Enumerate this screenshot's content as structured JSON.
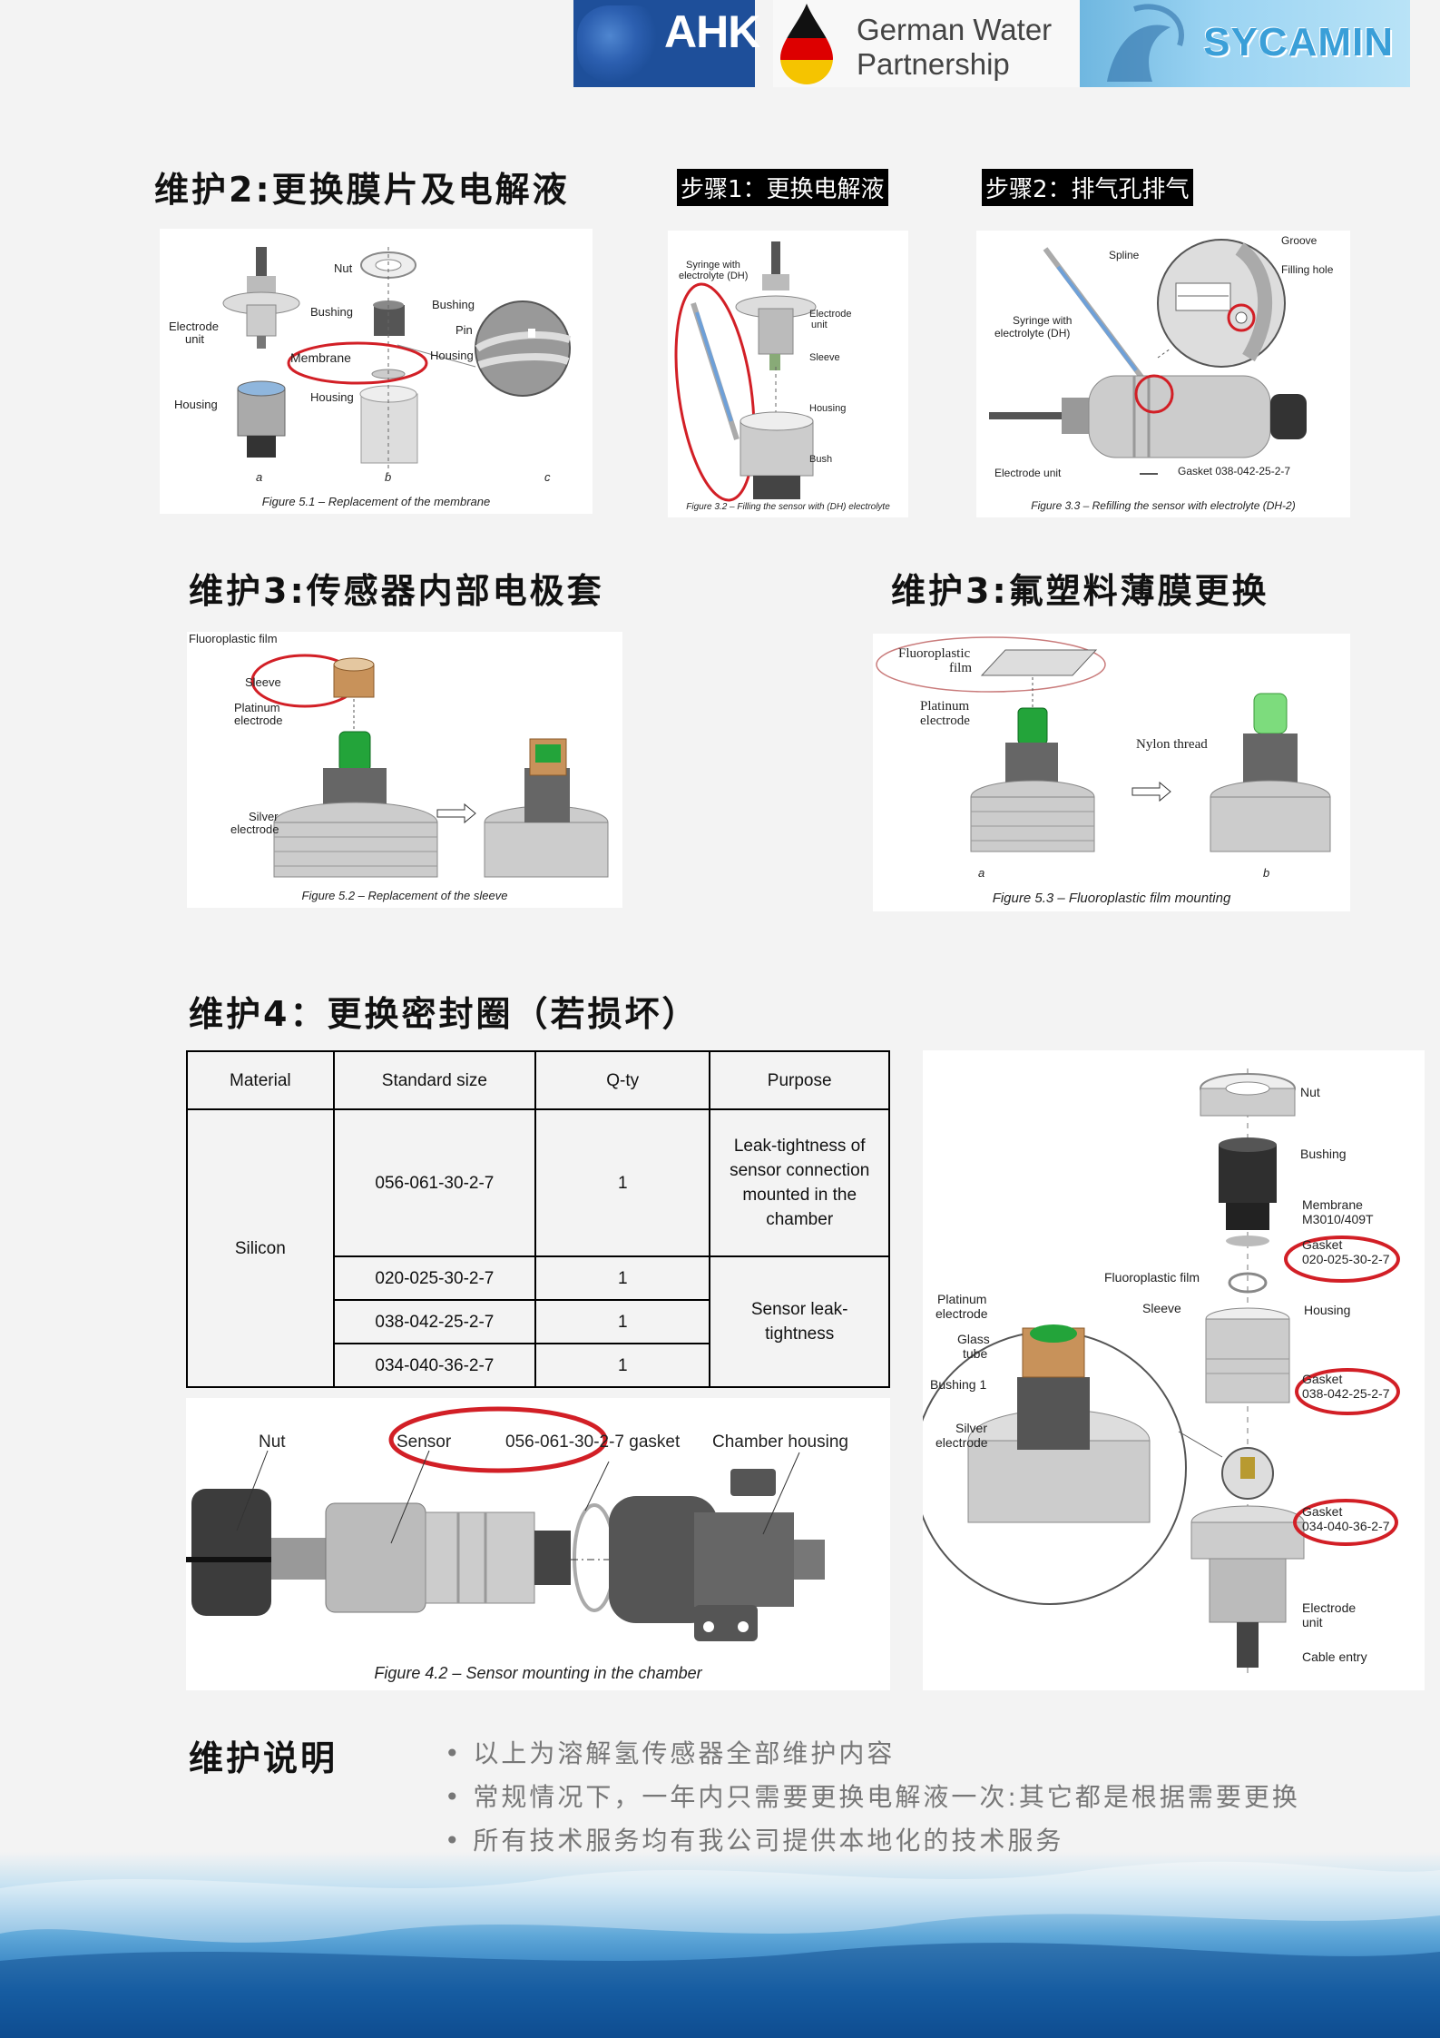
{
  "logos": {
    "ahk": "AHK",
    "gwp_line1": "German Water",
    "gwp_line2": "Partnership",
    "sycamin": "SYCAMIN",
    "colors": {
      "ahk_blue": "#1e4f9a",
      "sycamin_blue": "#3a9fd8"
    }
  },
  "section_maint2": {
    "title": "维护2:更换膜片及电解液",
    "step1": "步骤1：更换电解液",
    "step2": "步骤2：排气孔排气",
    "fig1": {
      "caption": "Figure 5.1 – Replacement of the membrane",
      "labels": {
        "electrode_unit_1": "Electrode",
        "electrode_unit_2": "unit",
        "housing_a": "Housing",
        "nut": "Nut",
        "bushing_b": "Bushing",
        "membrane": "Membrane",
        "housing_b": "Housing",
        "bushing_c": "Bushing",
        "pin": "Pin",
        "housing_c": "Housing",
        "a": "a",
        "b": "b",
        "c": "c"
      }
    },
    "fig2": {
      "caption": "Figure 3.2 – Filling the sensor with (DH) electrolyte",
      "labels": {
        "syringe_1": "Syringe with",
        "syringe_2": "electrolyte (DH)",
        "electrode_1": "Electrode",
        "electrode_2": "unit",
        "sleeve": "Sleeve",
        "housing": "Housing",
        "bush": "Bush"
      }
    },
    "fig3": {
      "caption": "Figure 3.3 – Refilling the sensor with electrolyte (DH-2)",
      "labels": {
        "spline": "Spline",
        "groove": "Groove",
        "filling_hole": "Filling hole",
        "syringe_1": "Syringe with",
        "syringe_2": "electrolyte (DH)",
        "electrode_unit": "Electrode unit",
        "gasket": "Gasket 038-042-25-2-7"
      }
    }
  },
  "section_maint3a": {
    "title": "维护3:传感器内部电极套",
    "fig": {
      "caption": "Figure 5.2 – Replacement of the sleeve",
      "labels": {
        "film": "Fluoroplastic film",
        "sleeve": "Sleeve",
        "platinum_1": "Platinum",
        "platinum_2": "electrode",
        "silver_1": "Silver",
        "silver_2": "electrode"
      }
    }
  },
  "section_maint3b": {
    "title": "维护3:氟塑料薄膜更换",
    "fig": {
      "caption": "Figure 5.3 – Fluoroplastic film mounting",
      "labels": {
        "film_1": "Fluoroplastic",
        "film_2": "film",
        "platinum_1": "Platinum",
        "platinum_2": "electrode",
        "nylon": "Nylon thread",
        "a": "a",
        "b": "b"
      }
    }
  },
  "section_maint4": {
    "title": "维护4：更换密封圈（若损坏）",
    "table": {
      "headers": [
        "Material",
        "Standard size",
        "Q-ty",
        "Purpose"
      ],
      "material": "Silicon",
      "rows": [
        {
          "size": "056-061-30-2-7",
          "qty": "1"
        },
        {
          "size": "020-025-30-2-7",
          "qty": "1"
        },
        {
          "size": "038-042-25-2-7",
          "qty": "1"
        },
        {
          "size": "034-040-36-2-7",
          "qty": "1"
        }
      ],
      "purpose_1": "Leak-tightness of sensor connection mounted in the chamber",
      "purpose_2": "Sensor leak-tightness"
    },
    "fig_chamber": {
      "caption": "Figure 4.2 – Sensor mounting in the chamber",
      "labels": {
        "nut": "Nut",
        "sensor": "Sensor",
        "gasket": "056-061-30-2-7 gasket",
        "chamber": "Chamber housing"
      }
    },
    "fig_exploded": {
      "labels": {
        "nut": "Nut",
        "bushing": "Bushing",
        "membrane_1": "Membrane",
        "membrane_2": "M3010/409T",
        "gasket1_1": "Gasket",
        "gasket1_2": "020-025-30-2-7",
        "film": "Fluoroplastic film",
        "platinum_1": "Platinum",
        "platinum_2": "electrode",
        "sleeve": "Sleeve",
        "housing": "Housing",
        "glass_1": "Glass",
        "glass_2": "tube",
        "gasket2_1": "Gasket",
        "gasket2_2": "038-042-25-2-7",
        "bushing1": "Bushing 1",
        "silver_1": "Silver",
        "silver_2": "electrode",
        "gasket3_1": "Gasket",
        "gasket3_2": "034-040-36-2-7",
        "electrode_1": "Electrode",
        "electrode_2": "unit",
        "cable": "Cable entry"
      }
    }
  },
  "notes": {
    "title": "维护说明",
    "items": [
      "以上为溶解氢传感器全部维护内容",
      "常规情况下，一年内只需要更换电解液一次:其它都是根据需要更换",
      "所有技术服务均有我公司提供本地化的技术服务"
    ]
  }
}
